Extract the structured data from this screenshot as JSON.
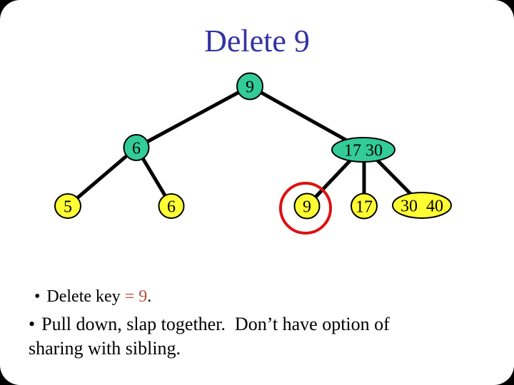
{
  "slide": {
    "title": "Delete 9"
  },
  "colors": {
    "title_text": "#3333A2",
    "internal_node_fill": "#33CC99",
    "leaf_node_fill": "#FFFF33",
    "node_border": "#000000",
    "edge": "#000000",
    "highlight_circle": "#DD1111",
    "accent_red": "#B5503F",
    "body_text": "#000000",
    "slide_background": "#FFFFFF",
    "frame_background": "#000000"
  },
  "tree": {
    "root": {
      "label": "9",
      "type": "internal"
    },
    "internal_nodes": [
      {
        "label": "6"
      },
      {
        "label": "17 30"
      }
    ],
    "leaf_nodes": [
      {
        "label": "5"
      },
      {
        "label": "6"
      },
      {
        "label": "9",
        "circled": true
      },
      {
        "label": "17"
      },
      {
        "label": "30  40"
      }
    ]
  },
  "bullets": {
    "marker": "•",
    "item1": {
      "prefix": "Delete key ",
      "highlight": "= 9",
      "suffix": "."
    },
    "item2": {
      "line1": "Pull down, slap together.  Don’t have option of",
      "line2": "sharing with sibling."
    }
  }
}
